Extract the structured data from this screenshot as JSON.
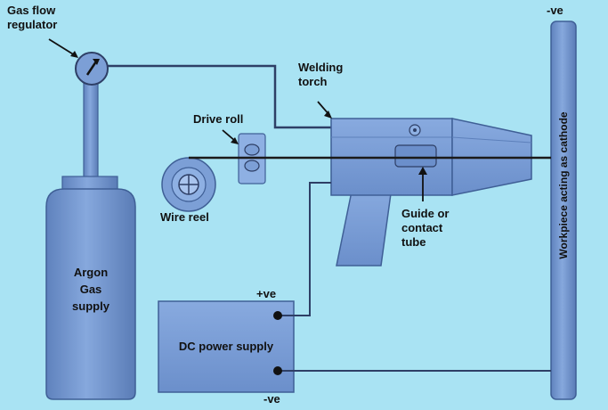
{
  "labels": {
    "gas_flow_regulator": [
      "Gas flow",
      "regulator"
    ],
    "welding_torch": [
      "Welding",
      "torch"
    ],
    "drive_roll": "Drive roll",
    "wire_reel": "Wire reel",
    "guide_tube": [
      "Guide or",
      "contact",
      "tube"
    ],
    "argon_supply": [
      "Argon",
      "Gas",
      "supply"
    ],
    "dc_power_supply": "DC power supply",
    "positive_terminal": "+ve",
    "negative_terminal": "-ve",
    "workpiece_terminal": "-ve",
    "workpiece": "Workpiece acting as cathode"
  },
  "colors": {
    "background": "#a9e3f3",
    "component_fill": "#7c9fd6",
    "component_dark": "#5d80bb",
    "component_stroke": "#3f5f96",
    "wire": "#1a1a1a",
    "gas_line": "#2e3f66"
  }
}
